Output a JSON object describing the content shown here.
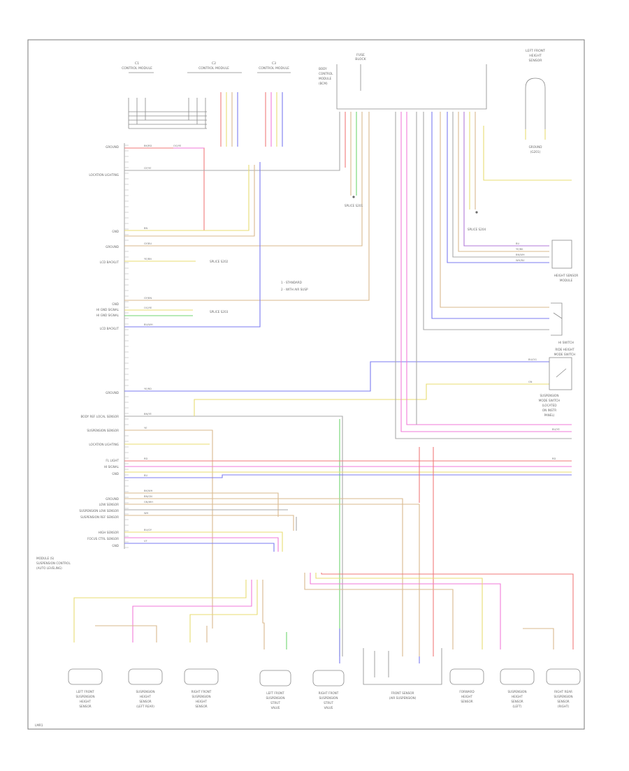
{
  "diagram": {
    "footer_code": "LMR1",
    "module": {
      "left_labels": [
        "GROUND",
        "LOCATION LIGHTING",
        "GND",
        "GROUND",
        "LCD BACKLIT",
        "GND",
        "HI GND SIGNAL",
        "HI GND SIGNAL",
        "LCD BACKLIT",
        "GROUND",
        "BODY REF LOCAL SENSOR",
        "SUSPENSION SENSOR",
        "LOCATION LIGHTING",
        "FL LIGHT",
        "HI SIGNAL",
        "GND",
        "GROUND",
        "LOW SENSOR",
        "SUSPENSION LOW SENSOR",
        "SUSPENSION REF SENSOR",
        "HIGH SENSOR",
        "FOCUS CTRL SENSOR",
        "GND"
      ],
      "caption": [
        "MODULE (S)",
        "SUSPENSION CONTROL",
        "(AUTO LEVELING)"
      ]
    },
    "top_labels": {
      "left_connector": [
        "C1",
        "CONTROL MODULE"
      ],
      "mid_connector": [
        "C2",
        "CONTROL MODULE"
      ],
      "right_connector": [
        "C3",
        "CONTROL MODULE"
      ],
      "top_module": [
        "FUSE",
        "BLOCK"
      ],
      "top_module_pins": [
        "BODY",
        "CONTROL",
        "MODULE",
        "(BCM)"
      ],
      "top_right": [
        "LEFT FRONT",
        "HEIGHT",
        "SENSOR"
      ],
      "top_right_ground": [
        "GROUND",
        "(G201)"
      ]
    },
    "right_labels": {
      "height_module": [
        "HEIGHT SENSOR",
        "MODULE"
      ],
      "hi_switch": [
        "HI SWITCH"
      ],
      "mode_switch": [
        "RIDE HEIGHT",
        "MODE SWITCH"
      ],
      "mode_switch_desc": [
        "SUSPENSION",
        "MODE SWITCH",
        "(LOCATED",
        "ON INSTR",
        "PANEL)"
      ]
    },
    "notes": [
      "1 - STANDARD",
      "2 - WITH AIR SUSP"
    ],
    "splices": [
      "SPLICE S201",
      "SPLICE S202",
      "SPLICE S203",
      "SPLICE S204"
    ],
    "wires": {
      "left": [
        "BK/RD",
        "OG/YE",
        "GY/YE",
        "BN",
        "GY/BU",
        "YE/BN",
        "GY/BN",
        "OG/YE",
        "BU/WH",
        "YE/RD",
        "BN/YE",
        "YE",
        "RD",
        "BU",
        "BK/WH",
        "BN/GN",
        "GN/WH",
        "WH",
        "BU/GY",
        "VT"
      ],
      "right": [
        "BU",
        "YE/BK",
        "BN/WH",
        "WH/BU",
        "BU/OG",
        "GN",
        "RD",
        "BU/YE"
      ]
    },
    "bottom_components": [
      [
        "LEFT FRONT",
        "SUSPENSION",
        "HEIGHT",
        "SENSOR"
      ],
      [
        "SUSPENSION",
        "HEIGHT",
        "SENSOR",
        "(LEFT REAR)"
      ],
      [
        "RIGHT FRONT",
        "SUSPENSION",
        "HEIGHT",
        "SENSOR"
      ],
      [
        "LEFT FRONT",
        "SUSPENSION",
        "STRUT",
        "VALVE"
      ],
      [
        "RIGHT FRONT",
        "SUSPENSION",
        "STRUT",
        "VALVE"
      ],
      [
        "FRONT SENSOR",
        "(AIR SUSPENSION)"
      ],
      [
        "FORWARD",
        "HEIGHT",
        "SENSOR"
      ],
      [
        "SUSPENSION",
        "HEIGHT",
        "SENSOR",
        "(LEFT)"
      ],
      [
        "RIGHT REAR",
        "SUSPENSION",
        "SENSOR",
        "(RIGHT)"
      ]
    ],
    "colors": {
      "red": "#f07a7a",
      "pink": "#f27ad8",
      "yellow": "#e8dc72",
      "tan": "#d9b98e",
      "blue": "#7b7bf0",
      "green": "#6fd66f",
      "gray": "#a8a8a8",
      "purple": "#b27ad8",
      "frame": "#7a7a7a"
    }
  }
}
